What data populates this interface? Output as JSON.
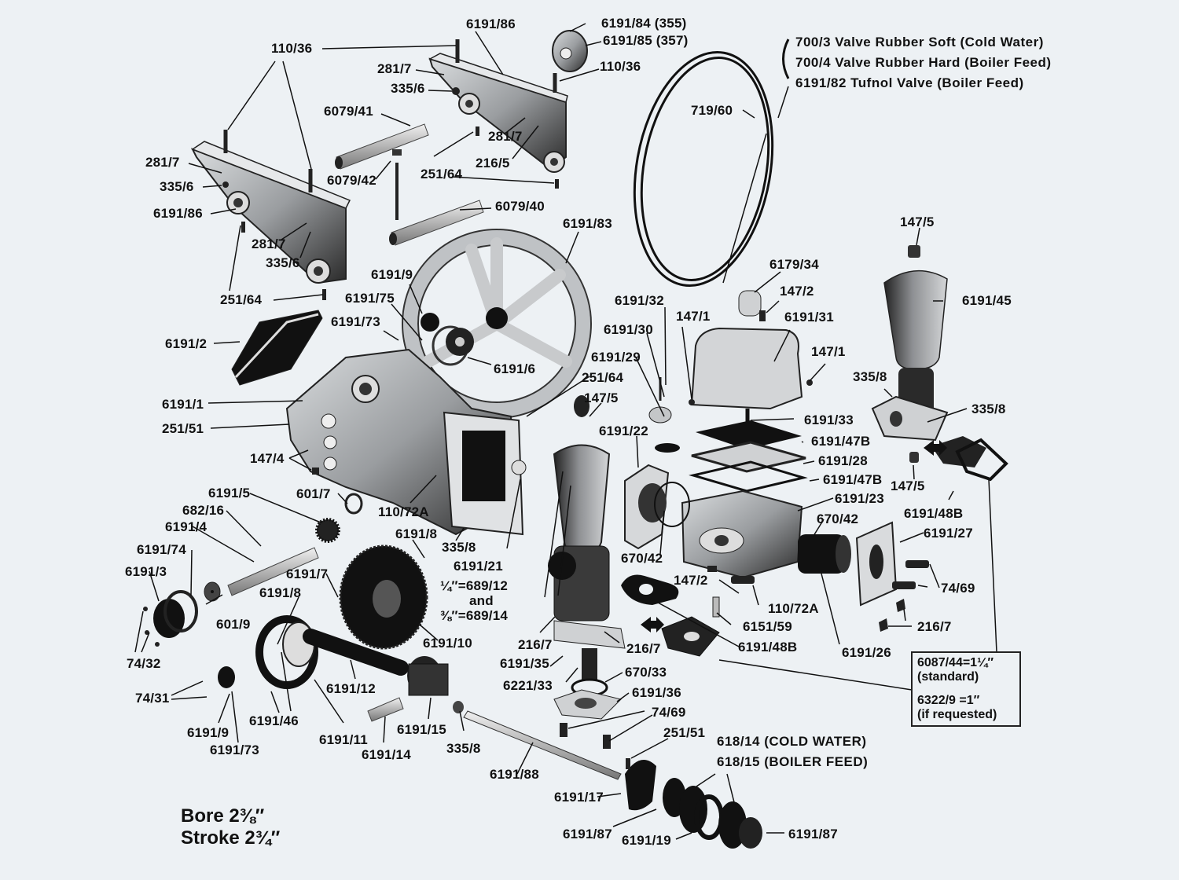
{
  "diagram": {
    "type": "exploded-parts-diagram",
    "subject": "Pump assembly",
    "specs": {
      "bore": "Bore 2⅜″",
      "stroke": "Stroke 2¾″"
    },
    "valve_note": [
      "700/3 Valve Rubber Soft (Cold Water)",
      "700/4 Valve Rubber Hard (Boiler Feed)",
      "6191/82 Tufnol Valve (Boiler Feed)"
    ],
    "packing_note": [
      "618/14 (COLD WATER)",
      "618/15 (BOILER FEED)"
    ],
    "fitting_box": {
      "line1": "6087/44=1¼″",
      "line2": "(standard)",
      "line3": "6322/9 =1″",
      "line4": "(if requested)"
    },
    "fitting_note": {
      "line1": "¼″=689/12",
      "line2": "and",
      "line3": "⅜″=689/14"
    },
    "labels": {
      "l110_36_a": "110/36",
      "l6191_86_a": "6191/86",
      "l6191_84": "6191/84 (355)",
      "l6191_85": "6191/85 (357)",
      "l281_7_a": "281/7",
      "l335_6_a": "335/6",
      "l110_36_b": "110/36",
      "l6079_41": "6079/41",
      "l281_7_b": "281/7",
      "l216_5": "216/5",
      "l719_60": "719/60",
      "l281_7_c": "281/7",
      "l335_6_b": "335/6",
      "l6079_42": "6079/42",
      "l251_64_a": "251/64",
      "l6191_86_b": "6191/86",
      "l6079_40": "6079/40",
      "l6191_83": "6191/83",
      "l281_7_d": "281/7",
      "l335_6_c": "335/6",
      "l147_5_a": "147/5",
      "l6179_34": "6179/34",
      "l251_64_b": "251/64",
      "l6191_9_a": "6191/9",
      "l6191_75": "6191/75",
      "l6191_32": "6191/32",
      "l147_2_a": "147/2",
      "l6191_45": "6191/45",
      "l147_1_a": "147/1",
      "l6191_31": "6191/31",
      "l6191_73_a": "6191/73",
      "l6191_30": "6191/30",
      "l6191_2": "6191/2",
      "l147_1_b": "147/1",
      "l6191_29": "6191/29",
      "l6191_6": "6191/6",
      "l251_64_c": "251/64",
      "l335_8_a": "335/8",
      "l147_5_b": "147/5",
      "l6191_1": "6191/1",
      "l335_8_b": "335/8",
      "l6191_33": "6191/33",
      "l251_51_a": "251/51",
      "l6191_22": "6191/22",
      "l6191_47b_a": "6191/47B",
      "l147_4": "147/4",
      "l6191_28": "6191/28",
      "l147_5_c": "147/5",
      "l601_7": "601/7",
      "l6191_47b_b": "6191/47B",
      "l6191_5": "6191/5",
      "l110_72a_a": "110/72A",
      "l6191_23": "6191/23",
      "l6191_48b_a": "6191/48B",
      "l682_16": "682/16",
      "l670_42_a": "670/42",
      "l6191_4": "6191/4",
      "l6191_8_a": "6191/8",
      "l335_8_c": "335/8",
      "l6191_27": "6191/27",
      "l6191_74": "6191/74",
      "l6191_21": "6191/21",
      "l670_42_b": "670/42",
      "l6191_3": "6191/3",
      "l6191_7": "6191/7",
      "l147_2_b": "147/2",
      "l74_69_a": "74/69",
      "l6191_8_b": "6191/8",
      "l110_72a_b": "110/72A",
      "l601_9": "601/9",
      "l216_7_a": "216/7",
      "l6151_59": "6151/59",
      "l216_7_b": "216/7",
      "l6191_10": "6191/10",
      "l216_7_c": "216/7",
      "l6191_48b_b": "6191/48B",
      "l74_32": "74/32",
      "l6191_35": "6191/35",
      "l6191_26": "6191/26",
      "l6221_33": "6221/33",
      "l670_33": "670/33",
      "l6191_12": "6191/12",
      "l74_31": "74/31",
      "l6191_36": "6191/36",
      "l6191_46": "6191/46",
      "l74_69_b": "74/69",
      "l6191_9_b": "6191/9",
      "l6191_11": "6191/11",
      "l6191_15": "6191/15",
      "l251_51_b": "251/51",
      "l6191_73_b": "6191/73",
      "l6191_14": "6191/14",
      "l335_8_d": "335/8",
      "l6191_88": "6191/88",
      "l6191_17": "6191/17",
      "l6191_87_a": "6191/87",
      "l6191_19": "6191/19",
      "l6191_87_b": "6191/87"
    }
  }
}
